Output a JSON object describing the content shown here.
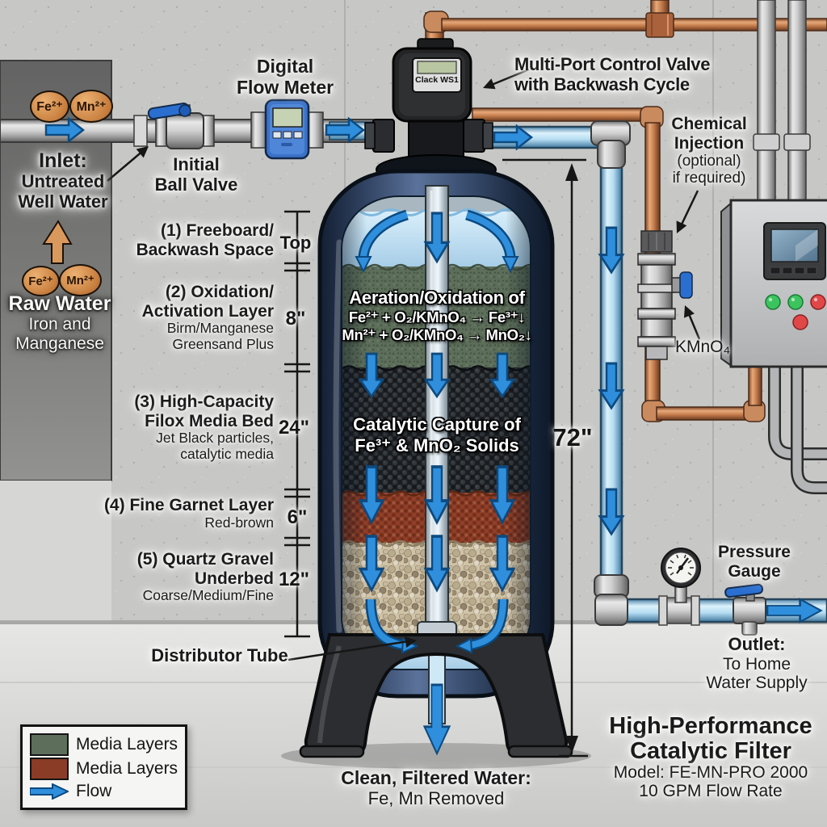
{
  "diagram": {
    "inlet": {
      "ions": [
        "Fe²⁺",
        "Mn²⁺"
      ],
      "title": "Inlet:",
      "line1": "Untreated",
      "line2": "Well Water"
    },
    "ball_valve": {
      "line1": "Initial",
      "line2": "Ball Valve"
    },
    "flow_meter": {
      "line1": "Digital",
      "line2": "Flow Meter"
    },
    "control_valve": {
      "brand": "Clack WS1",
      "line1": "Multi-Port Control Valve",
      "line2": "with Backwash Cycle"
    },
    "chemical_injection": {
      "line1": "Chemical",
      "line2": "Injection",
      "line3": "(optional)",
      "line4": "if required)",
      "chemical": "KMnO₄"
    },
    "raw_water": {
      "ions": [
        "Fe²⁺",
        "Mn²⁺"
      ],
      "title": "Raw Water",
      "line1": "Iron and",
      "line2": "Manganese"
    },
    "layers": [
      {
        "t1": "(1) Freeboard/",
        "t2": "Backwash Space",
        "s1": "",
        "s2": "",
        "dim": "Top"
      },
      {
        "t1": "(2) Oxidation/",
        "t2": "Activation Layer",
        "s1": "Birm/Manganese",
        "s2": "Greensand Plus",
        "dim": "8\""
      },
      {
        "t1": "(3) High-Capacity",
        "t2": "Filox Media Bed",
        "s1": "Jet Black particles,",
        "s2": "catalytic media",
        "dim": "24\""
      },
      {
        "t1": "(4) Fine Garnet Layer",
        "t2": "",
        "s1": "Red-brown",
        "s2": "",
        "dim": "6\""
      },
      {
        "t1": "(5) Quartz Gravel",
        "t2": "Underbed",
        "s1": "Coarse/Medium/Fine",
        "s2": "",
        "dim": "12\""
      }
    ],
    "tank": {
      "aeration1": "Aeration/Oxidation of",
      "aeration2": "Fe²⁺ + O₂/KMnO₄ → Fe³⁺↓",
      "aeration3": "Mn²⁺ + O₂/KMnO₄ → MnO₂↓",
      "capture1": "Catalytic Capture of",
      "capture2": "Fe³⁺ & MnO₂ Solids",
      "height": "72\"",
      "distributor": "Distributor Tube"
    },
    "outlet": {
      "gauge1": "Pressure",
      "gauge2": "Gauge",
      "title": "Outlet:",
      "line1": "To Home",
      "line2": "Water Supply"
    },
    "clean_water": {
      "line1": "Clean, Filtered Water:",
      "line2": "Fe, Mn Removed"
    },
    "legend": {
      "item1": "Media Layers",
      "item2": "Media Layers",
      "item3": "Flow",
      "swatch1": "#5d6e5a",
      "swatch2": "#8a3c26"
    },
    "title_block": {
      "line1": "High-Performance",
      "line2": "Catalytic Filter",
      "model": "Model: FE-MN-PRO 2000",
      "flow": "10 GPM Flow Rate"
    },
    "colors": {
      "flow_arrow": "#2f8fdc",
      "copper": "#c07a4a",
      "media_green": "#5d6e5a",
      "media_black": "#1e2124",
      "media_red": "#8a3c26",
      "media_gravel": "#cfc3a8"
    }
  }
}
